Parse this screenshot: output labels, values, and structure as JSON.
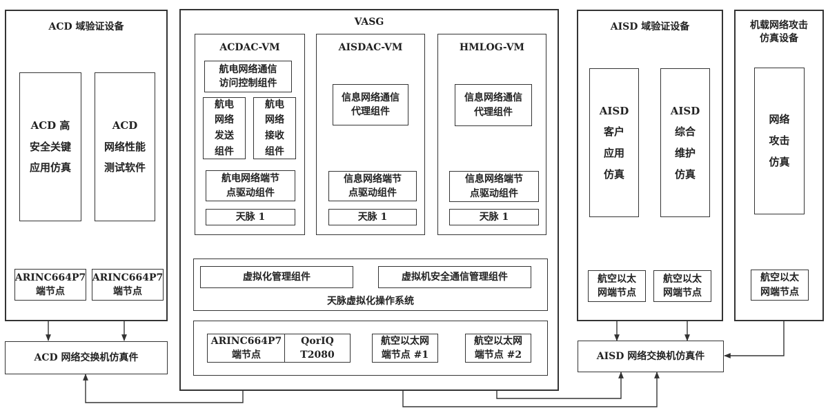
{
  "acd_device": {
    "title": "ACD 域验证设备",
    "app_high_safety": "ACD 高\n安全关键\n应用仿真",
    "perf_test": "ACD\n网络性能\n测试软件",
    "node1": "ARINC664P7\n端节点",
    "node2": "ARINC664P7\n端节点"
  },
  "acd_switch": "ACD 网络交换机仿真件",
  "vasg": {
    "title": "VASG",
    "acdac_vm": {
      "title": "ACDAC-VM",
      "access_control": "航电网络通信\n访问控制组件",
      "send": "航电\n网络\n发送\n组件",
      "recv": "航电\n网络\n接收\n组件",
      "driver": "航电网络端节\n点驱动组件",
      "os": "天脉 1"
    },
    "aisdac_vm": {
      "title": "AISDAC-VM",
      "proxy": "信息网络通信\n代理组件",
      "driver": "信息网络端节\n点驱动组件",
      "os": "天脉 1"
    },
    "hmlog_vm": {
      "title": "HMLOG-VM",
      "proxy": "信息网络通信\n代理组件",
      "driver": "信息网络端节\n点驱动组件",
      "os": "天脉 1"
    },
    "virt_mgmt": "虚拟化管理组件",
    "vm_sec_comm": "虚拟机安全通信管理组件",
    "virt_os": "天脉虚拟化操作系统",
    "hw": {
      "arinc": "ARINC664P7\n端节点",
      "qoriq": "QorIQ\nT2080",
      "eth1": "航空以太网\n端节点 #1",
      "eth2": "航空以太网\n端节点 #2"
    }
  },
  "aisd_device": {
    "title": "AISD 域验证设备",
    "client_app": "AISD\n客户\n应用\n仿真",
    "maint": "AISD\n综合\n维护\n仿真",
    "node1": "航空以太\n网端节点",
    "node2": "航空以太\n网端节点"
  },
  "aisd_switch": "AISD 网络交换机仿真件",
  "attack_device": {
    "title": "机载网络攻击\n仿真设备",
    "sim": "网络\n攻击\n仿真",
    "node": "航空以太\n网端节点"
  }
}
